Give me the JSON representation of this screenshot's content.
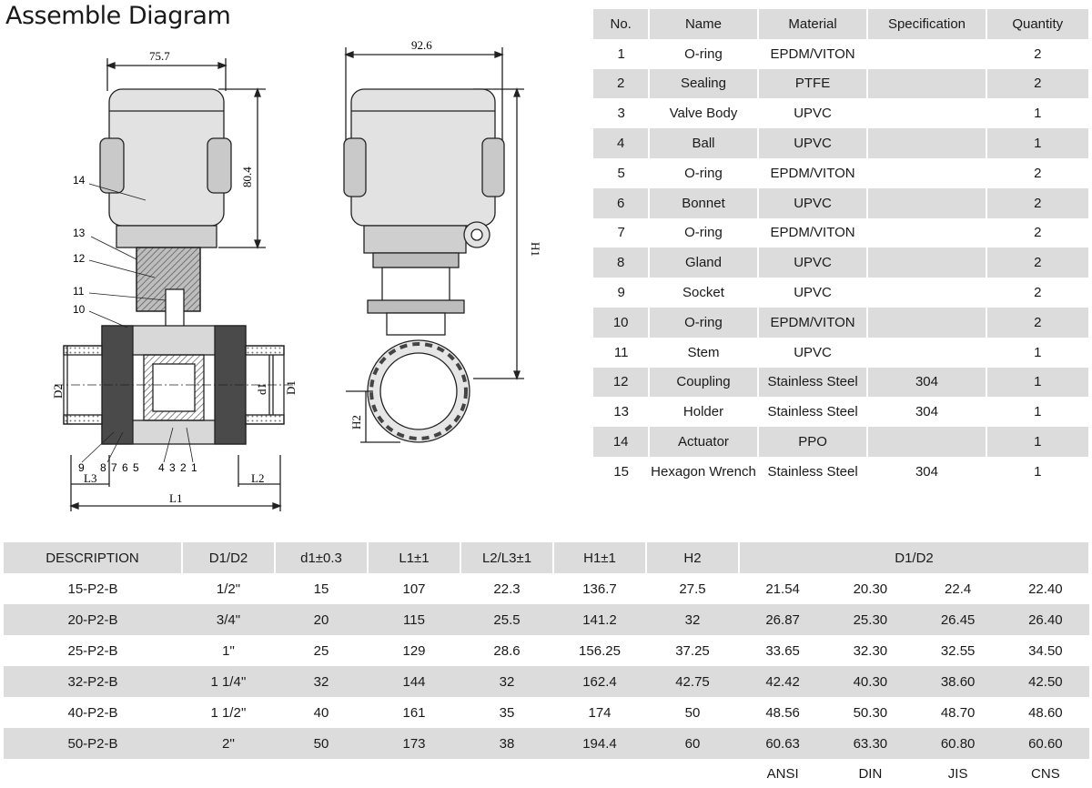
{
  "title": "Assemble Diagram",
  "drawing": {
    "dims": {
      "width_left": "75.7",
      "height_left": "80.4",
      "width_right": "92.6",
      "h1": "H1",
      "h2": "H2",
      "d1": "d1",
      "D1": "D1",
      "D2": "D2",
      "L1": "L1",
      "L2": "L2",
      "L3": "L3"
    },
    "callouts": [
      "14",
      "13",
      "12",
      "11",
      "10"
    ],
    "bottom_callouts": [
      "9",
      "8",
      "7",
      "6",
      "5",
      "4",
      "3",
      "2",
      "1"
    ]
  },
  "parts_table": {
    "headers": [
      "No.",
      "Name",
      "Material",
      "Specification",
      "Quantity"
    ],
    "rows": [
      [
        "1",
        "O-ring",
        "EPDM/VITON",
        "",
        "2"
      ],
      [
        "2",
        "Sealing",
        "PTFE",
        "",
        "2"
      ],
      [
        "3",
        "Valve Body",
        "UPVC",
        "",
        "1"
      ],
      [
        "4",
        "Ball",
        "UPVC",
        "",
        "1"
      ],
      [
        "5",
        "O-ring",
        "EPDM/VITON",
        "",
        "2"
      ],
      [
        "6",
        "Bonnet",
        "UPVC",
        "",
        "2"
      ],
      [
        "7",
        "O-ring",
        "EPDM/VITON",
        "",
        "2"
      ],
      [
        "8",
        "Gland",
        "UPVC",
        "",
        "2"
      ],
      [
        "9",
        "Socket",
        "UPVC",
        "",
        "2"
      ],
      [
        "10",
        "O-ring",
        "EPDM/VITON",
        "",
        "2"
      ],
      [
        "11",
        "Stem",
        "UPVC",
        "",
        "1"
      ],
      [
        "12",
        "Coupling",
        "Stainless Steel",
        "304",
        "1"
      ],
      [
        "13",
        "Holder",
        "Stainless Steel",
        "304",
        "1"
      ],
      [
        "14",
        "Actuator",
        "PPO",
        "",
        "1"
      ],
      [
        "15",
        "Hexagon Wrench",
        "Stainless Steel",
        "304",
        "1"
      ]
    ]
  },
  "spec_table": {
    "headers": [
      "DESCRIPTION",
      "D1/D2",
      "d1±0.3",
      "L1±1",
      "L2/L3±1",
      "H1±1",
      "H2",
      "D1/D2"
    ],
    "rows": [
      [
        "15-P2-B",
        "1/2\"",
        "15",
        "107",
        "22.3",
        "136.7",
        "27.5",
        "21.54",
        "20.30",
        "22.4",
        "22.40"
      ],
      [
        "20-P2-B",
        "3/4\"",
        "20",
        "115",
        "25.5",
        "141.2",
        "32",
        "26.87",
        "25.30",
        "26.45",
        "26.40"
      ],
      [
        "25-P2-B",
        "1\"",
        "25",
        "129",
        "28.6",
        "156.25",
        "37.25",
        "33.65",
        "32.30",
        "32.55",
        "34.50"
      ],
      [
        "32-P2-B",
        "1 1/4''",
        "32",
        "144",
        "32",
        "162.4",
        "42.75",
        "42.42",
        "40.30",
        "38.60",
        "42.50"
      ],
      [
        "40-P2-B",
        "1 1/2''",
        "40",
        "161",
        "35",
        "174",
        "50",
        "48.56",
        "50.30",
        "48.70",
        "48.60"
      ],
      [
        "50-P2-B",
        "2''",
        "50",
        "173",
        "38",
        "194.4",
        "60",
        "60.63",
        "63.30",
        "60.80",
        "60.60"
      ]
    ],
    "standards": [
      "ANSI",
      "DIN",
      "JIS",
      "CNS"
    ]
  }
}
